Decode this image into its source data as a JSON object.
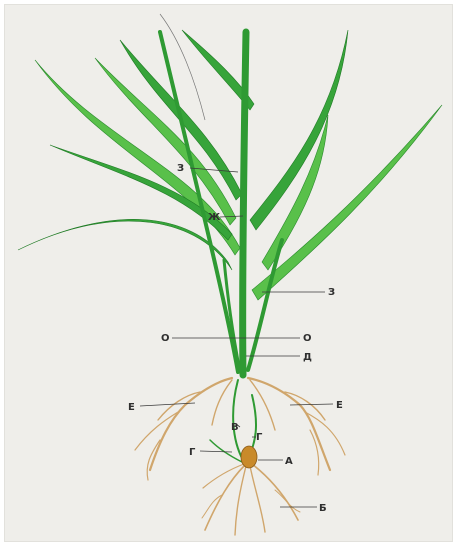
{
  "diagram": {
    "labels": {
      "z_upper": "З",
      "zh": "Ж",
      "z_right": "З",
      "o_left": "О",
      "o_right": "О",
      "d": "Д",
      "e_left": "Е",
      "e_right": "Е",
      "v": "В",
      "g_left": "Г",
      "g_right": "Г",
      "a": "А",
      "b": "Б"
    },
    "colors": {
      "background": "#efeeea",
      "leaf_dark": "#37a43a",
      "leaf_light": "#59c04a",
      "root": "#d0a66c",
      "seed": "#c98a2a"
    }
  }
}
